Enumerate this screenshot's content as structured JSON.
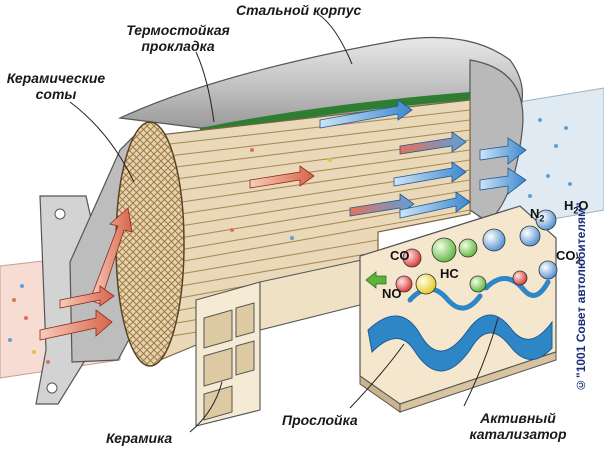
{
  "labels": {
    "steel_housing": "Стальной корпус",
    "heat_gasket": "Термостойкая прокладка",
    "ceramic_honeycomb": "Керамические соты",
    "washcoat": "Прослойка",
    "ceramic": "Керамика",
    "active_catalyst": "Активный катализатор"
  },
  "molecules": {
    "co": "CO",
    "hc": "HC",
    "no": "NO",
    "n2": "N",
    "n2_sub": "2",
    "h2o": "H",
    "h2o_sub": "2",
    "h2o_end": "O",
    "co2": "CO",
    "co2_sub": "2"
  },
  "copyright": "©\"1001 Совет автолюбителям\"",
  "colors": {
    "housing": "#c9c9c9",
    "housing_dark": "#8e8e8e",
    "gasket": "#2f7d32",
    "honeycomb": "#e9d9bd",
    "channel_line": "#b59a70",
    "flow_hot": "#e07a5f",
    "flow_cool": "#5b9bd5",
    "exhaust_pipe": "#f6d9cf",
    "catalyst_block": "#f3e6cc",
    "catalyst_coat": "#2f86c7",
    "copyright": "#1d2f7a"
  }
}
